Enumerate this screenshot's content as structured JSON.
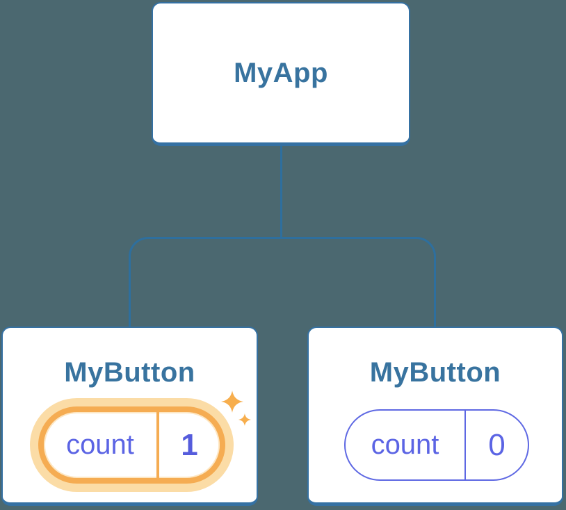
{
  "diagram": {
    "background_color": "#4B6870",
    "node_border_color": "#3571A3",
    "connector_color": "#2E6F9E",
    "title_color": "#38739F",
    "root": {
      "label": "MyApp"
    },
    "children": [
      {
        "label": "MyButton",
        "state": {
          "name": "count",
          "value": "1"
        },
        "highlighted": true,
        "highlight_color": "#F5AC52",
        "highlight_glow_color": "#FBDCA6",
        "state_text_color": "#5B64E4",
        "icon": "sparkles-icon"
      },
      {
        "label": "MyButton",
        "state": {
          "name": "count",
          "value": "0"
        },
        "highlighted": false,
        "state_border_color": "#5E68E3",
        "state_text_color": "#5B64E4"
      }
    ]
  }
}
